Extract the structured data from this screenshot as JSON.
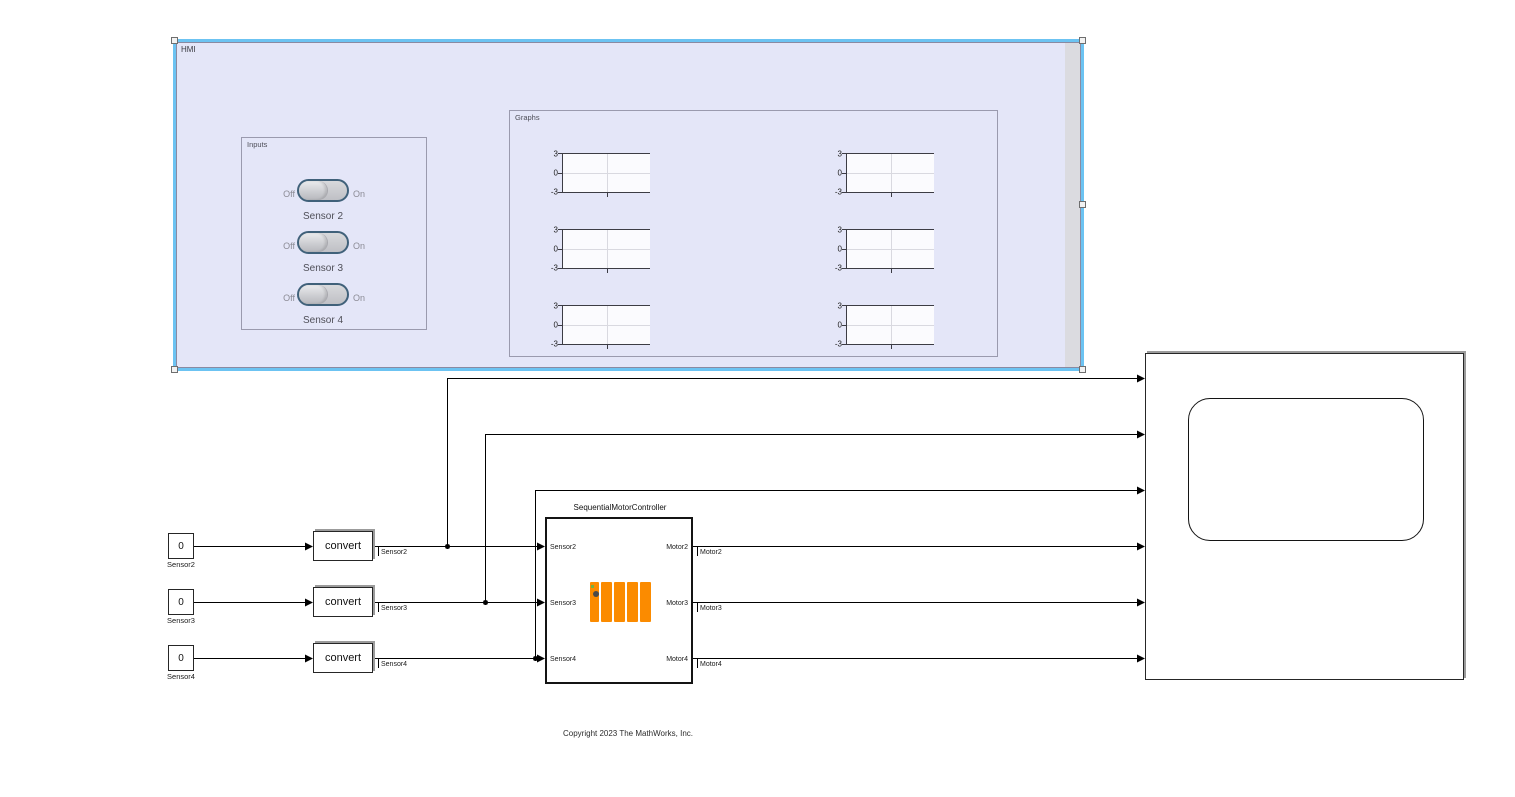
{
  "hmi": {
    "label": "HMI",
    "inputs": {
      "label": "Inputs",
      "switches": [
        {
          "off_label": "Off",
          "on_label": "On",
          "caption": "Sensor 2",
          "state": "off"
        },
        {
          "off_label": "Off",
          "on_label": "On",
          "caption": "Sensor 3",
          "state": "off"
        },
        {
          "off_label": "Off",
          "on_label": "On",
          "caption": "Sensor 4",
          "state": "off"
        }
      ]
    },
    "graphs": {
      "label": "Graphs"
    }
  },
  "blocks": {
    "constants": [
      {
        "value": "0",
        "name": "Sensor2"
      },
      {
        "value": "0",
        "name": "Sensor3"
      },
      {
        "value": "0",
        "name": "Sensor4"
      }
    ],
    "converts": [
      {
        "label": "convert",
        "signal_name": "Sensor2"
      },
      {
        "label": "convert",
        "signal_name": "Sensor3"
      },
      {
        "label": "convert",
        "signal_name": "Sensor4"
      }
    ],
    "controller": {
      "title": "SequentialMotorController",
      "inports": [
        "Sensor2",
        "Sensor3",
        "Sensor4"
      ],
      "outports": [
        "Motor2",
        "Motor3",
        "Motor4"
      ],
      "output_signals": [
        "Motor2",
        "Motor3",
        "Motor4"
      ]
    }
  },
  "copyright": "Copyright 2023 The MathWorks, Inc.",
  "colors": {
    "selection_blue": "#6CC3F2",
    "panel_fill": "#E4E6F8",
    "panel_inner_border": "#8A8AA2",
    "group_border": "#9A9AAE",
    "plc_orange": "#FB8B00",
    "wire_black": "#000000",
    "chart_bg": "#FBFBFE",
    "gridline": "#D9D9E0"
  },
  "chart_data": [
    {
      "type": "line",
      "title": "",
      "xlabel": "",
      "ylabel": "",
      "ylim": [
        -3,
        3
      ],
      "yticks": [
        3,
        0,
        -3
      ],
      "series": [],
      "grid": true,
      "position": "graphs grid row 1, column 1",
      "note": "empty scope axes, no data plotted"
    },
    {
      "type": "line",
      "title": "",
      "xlabel": "",
      "ylabel": "",
      "ylim": [
        -3,
        3
      ],
      "yticks": [
        3,
        0,
        -3
      ],
      "series": [],
      "grid": true,
      "position": "graphs grid row 1, column 2",
      "note": "empty scope axes, no data plotted"
    },
    {
      "type": "line",
      "title": "",
      "xlabel": "",
      "ylabel": "",
      "ylim": [
        -3,
        3
      ],
      "yticks": [
        3,
        0,
        -3
      ],
      "series": [],
      "grid": true,
      "position": "graphs grid row 2, column 1",
      "note": "empty scope axes, no data plotted"
    },
    {
      "type": "line",
      "title": "",
      "xlabel": "",
      "ylabel": "",
      "ylim": [
        -3,
        3
      ],
      "yticks": [
        3,
        0,
        -3
      ],
      "series": [],
      "grid": true,
      "position": "graphs grid row 2, column 2",
      "note": "empty scope axes, no data plotted"
    },
    {
      "type": "line",
      "title": "",
      "xlabel": "",
      "ylabel": "",
      "ylim": [
        -3,
        3
      ],
      "yticks": [
        3,
        0,
        -3
      ],
      "series": [],
      "grid": true,
      "position": "graphs grid row 3, column 1",
      "note": "empty scope axes, no data plotted"
    },
    {
      "type": "line",
      "title": "",
      "xlabel": "",
      "ylabel": "",
      "ylim": [
        -3,
        3
      ],
      "yticks": [
        3,
        0,
        -3
      ],
      "series": [],
      "grid": true,
      "position": "graphs grid row 3, column 2",
      "note": "empty scope axes, no data plotted"
    }
  ]
}
